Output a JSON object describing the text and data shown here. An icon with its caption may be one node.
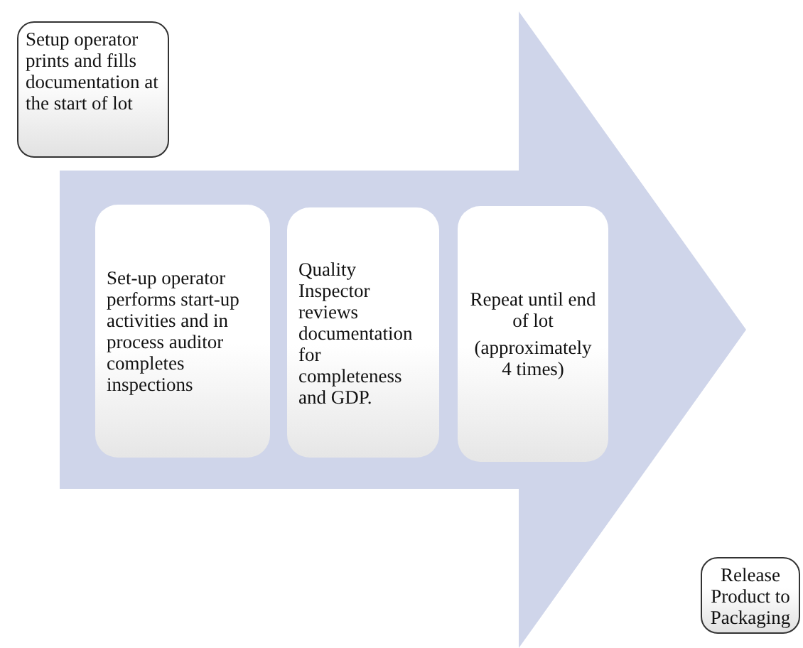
{
  "diagram": {
    "nodes": [
      {
        "text": [
          "Setup operator prints and fills documentation at the start of lot"
        ]
      },
      {
        "text": [],
        "shape": "arrow"
      },
      {
        "text": [
          "Set-up operator performs start-up activities and in process auditor completes inspections"
        ],
        "in": 1
      },
      {
        "text": [
          "Quality Inspector reviews documentation for completeness and GDP."
        ],
        "in": 1
      },
      {
        "text": [
          "Repeat until end of lot",
          "(approximately 4 times)"
        ],
        "in": 1
      },
      {
        "text": [
          "Release Product to Packaging"
        ]
      }
    ]
  }
}
